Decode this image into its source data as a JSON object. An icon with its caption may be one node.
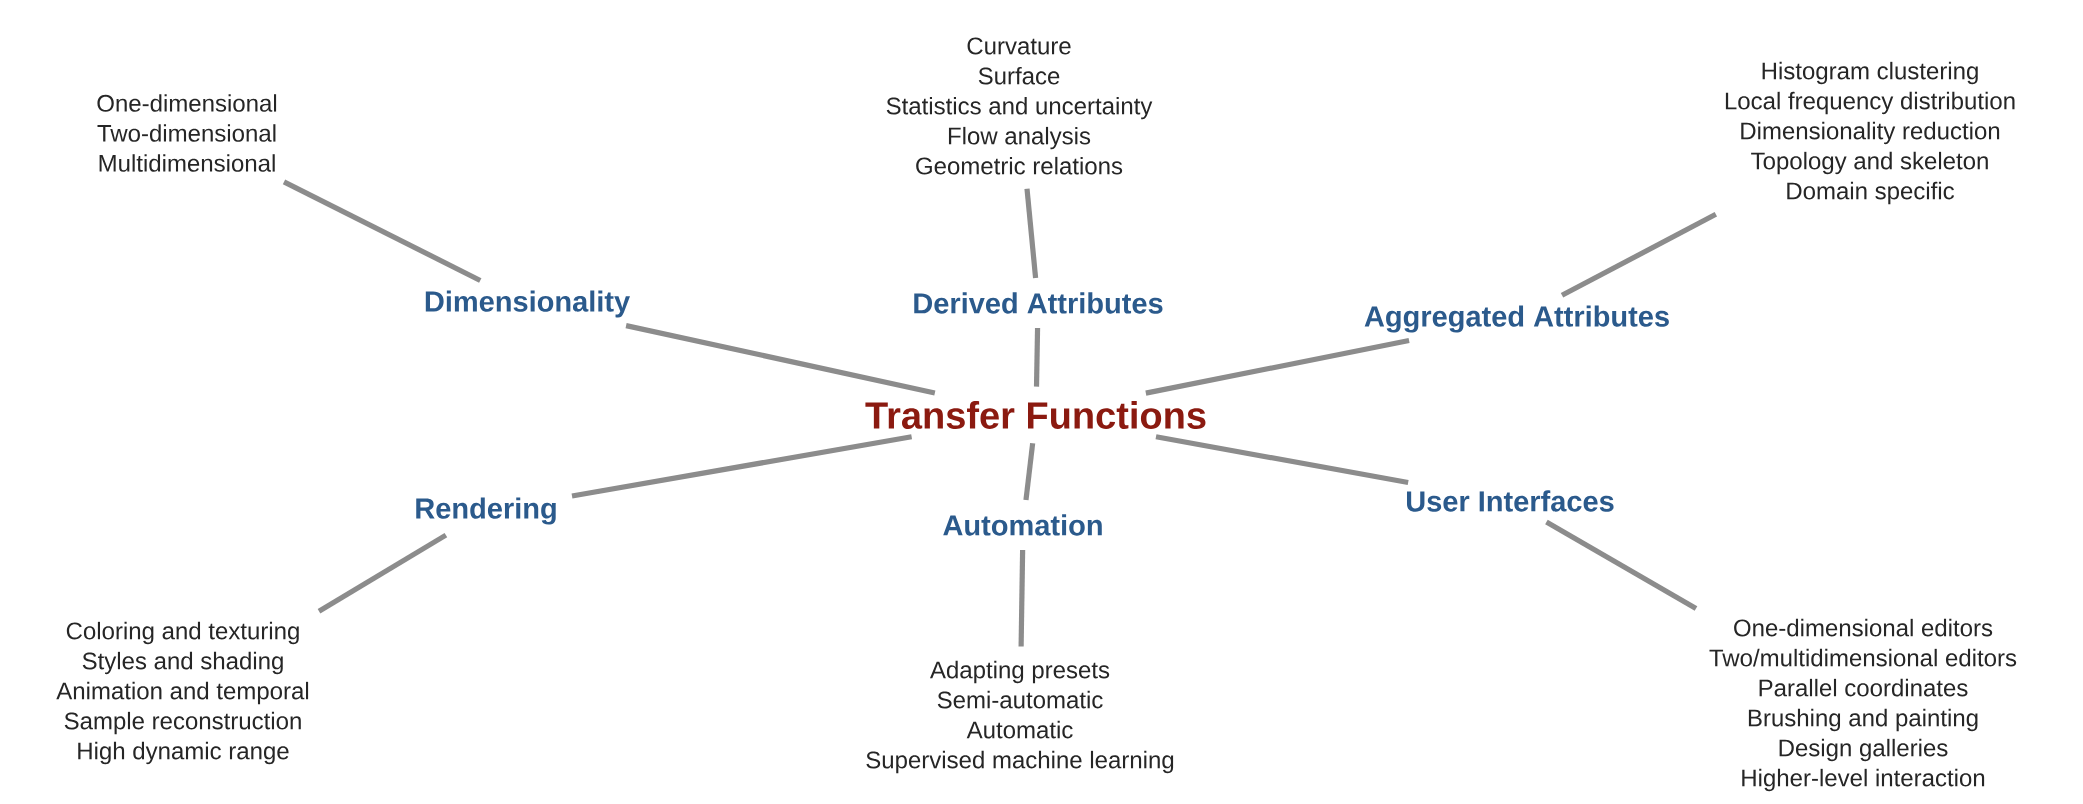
{
  "diagram": {
    "nodes": [
      {
        "text": [
          "Transfer Functions"
        ]
      },
      {
        "text": [
          "Dimensionality"
        ]
      },
      {
        "text": [
          "Derived Attributes"
        ]
      },
      {
        "text": [
          "Aggregated Attributes"
        ]
      },
      {
        "text": [
          "Rendering"
        ]
      },
      {
        "text": [
          "Automation"
        ]
      },
      {
        "text": [
          "User Interfaces"
        ]
      },
      {
        "text": [
          "One-dimensional",
          "Two-dimensional",
          "Multidimensional"
        ]
      },
      {
        "text": [
          "Curvature",
          "Surface",
          "Statistics and uncertainty",
          "Flow analysis",
          "Geometric relations"
        ]
      },
      {
        "text": [
          "Histogram clustering",
          "Local frequency distribution",
          "Dimensionality reduction",
          "Topology and skeleton",
          "Domain specific"
        ]
      },
      {
        "text": [
          "Coloring and texturing",
          "Styles and shading",
          "Animation and temporal",
          "Sample reconstruction",
          "High dynamic range"
        ]
      },
      {
        "text": [
          "Adapting presets",
          "Semi-automatic",
          "Automatic",
          "Supervised machine learning"
        ]
      },
      {
        "text": [
          "One-dimensional editors",
          "Two/multidimensional editors",
          "Parallel coordinates",
          "Brushing and painting",
          "Design galleries",
          "Higher-level interaction"
        ]
      }
    ],
    "edges": [
      {
        "from": 0,
        "to": 1,
        "arrow": "none"
      },
      {
        "from": 0,
        "to": 2,
        "arrow": "none"
      },
      {
        "from": 0,
        "to": 3,
        "arrow": "none"
      },
      {
        "from": 0,
        "to": 4,
        "arrow": "none"
      },
      {
        "from": 0,
        "to": 5,
        "arrow": "none"
      },
      {
        "from": 0,
        "to": 6,
        "arrow": "none"
      },
      {
        "from": 1,
        "to": 7,
        "arrow": "none"
      },
      {
        "from": 2,
        "to": 8,
        "arrow": "none"
      },
      {
        "from": 3,
        "to": 9,
        "arrow": "none"
      },
      {
        "from": 4,
        "to": 10,
        "arrow": "none"
      },
      {
        "from": 5,
        "to": 11,
        "arrow": "none"
      },
      {
        "from": 6,
        "to": 12,
        "arrow": "none"
      }
    ]
  }
}
